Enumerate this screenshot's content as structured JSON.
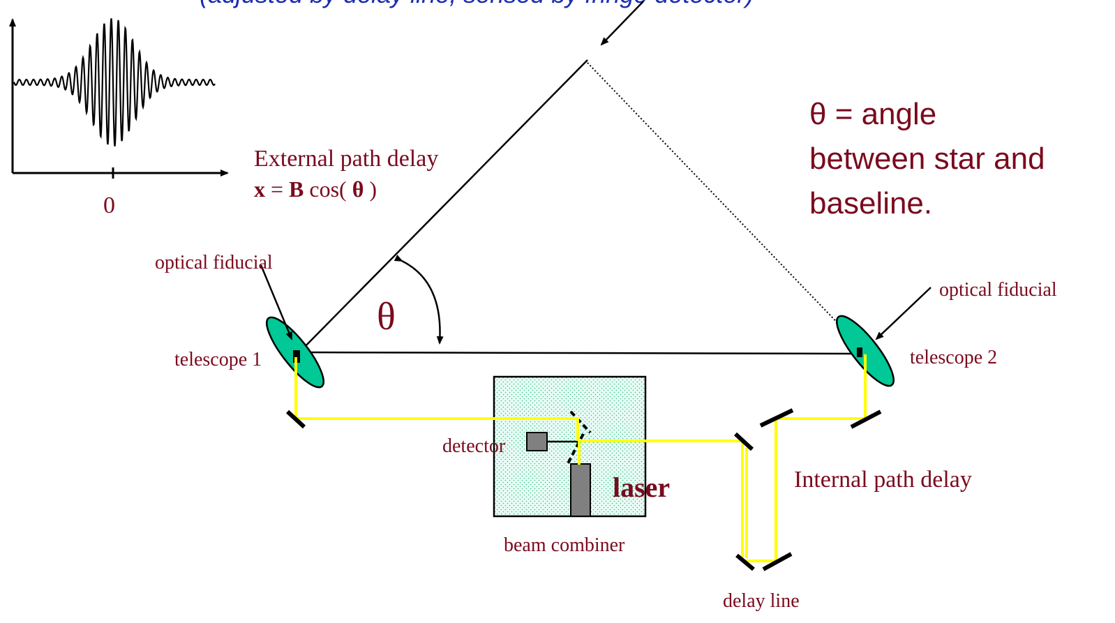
{
  "top_caption": "(adjusted by delay line, sensed by fringe detector)",
  "fringe_plot": {
    "x_tick": "0"
  },
  "external_path": {
    "label": "External path delay",
    "eq_x": "x",
    "eq_eq": " = ",
    "eq_B": "B",
    "eq_cos": " cos(",
    "eq_theta": "θ",
    "eq_close": ")"
  },
  "theta_note": {
    "line1": "θ = angle",
    "line2": "between star and",
    "line3": "baseline."
  },
  "theta_symbol": "θ",
  "labels": {
    "optical_fiducial_left": "optical fiducial",
    "optical_fiducial_right": "optical fiducial",
    "telescope1": "telescope 1",
    "telescope2": "telescope 2",
    "detector": "detector",
    "laser": "laser",
    "beam_combiner": "beam combiner",
    "internal_path": "Internal path delay",
    "delay_line": "delay line"
  },
  "colors": {
    "label_red": "#7a0a1e",
    "caption_blue": "#1a2db0",
    "beam_yellow": "#ffff00",
    "telescope_green": "#00c896",
    "combiner_fill": "#e6fbf4",
    "detector_gray": "#808080"
  }
}
